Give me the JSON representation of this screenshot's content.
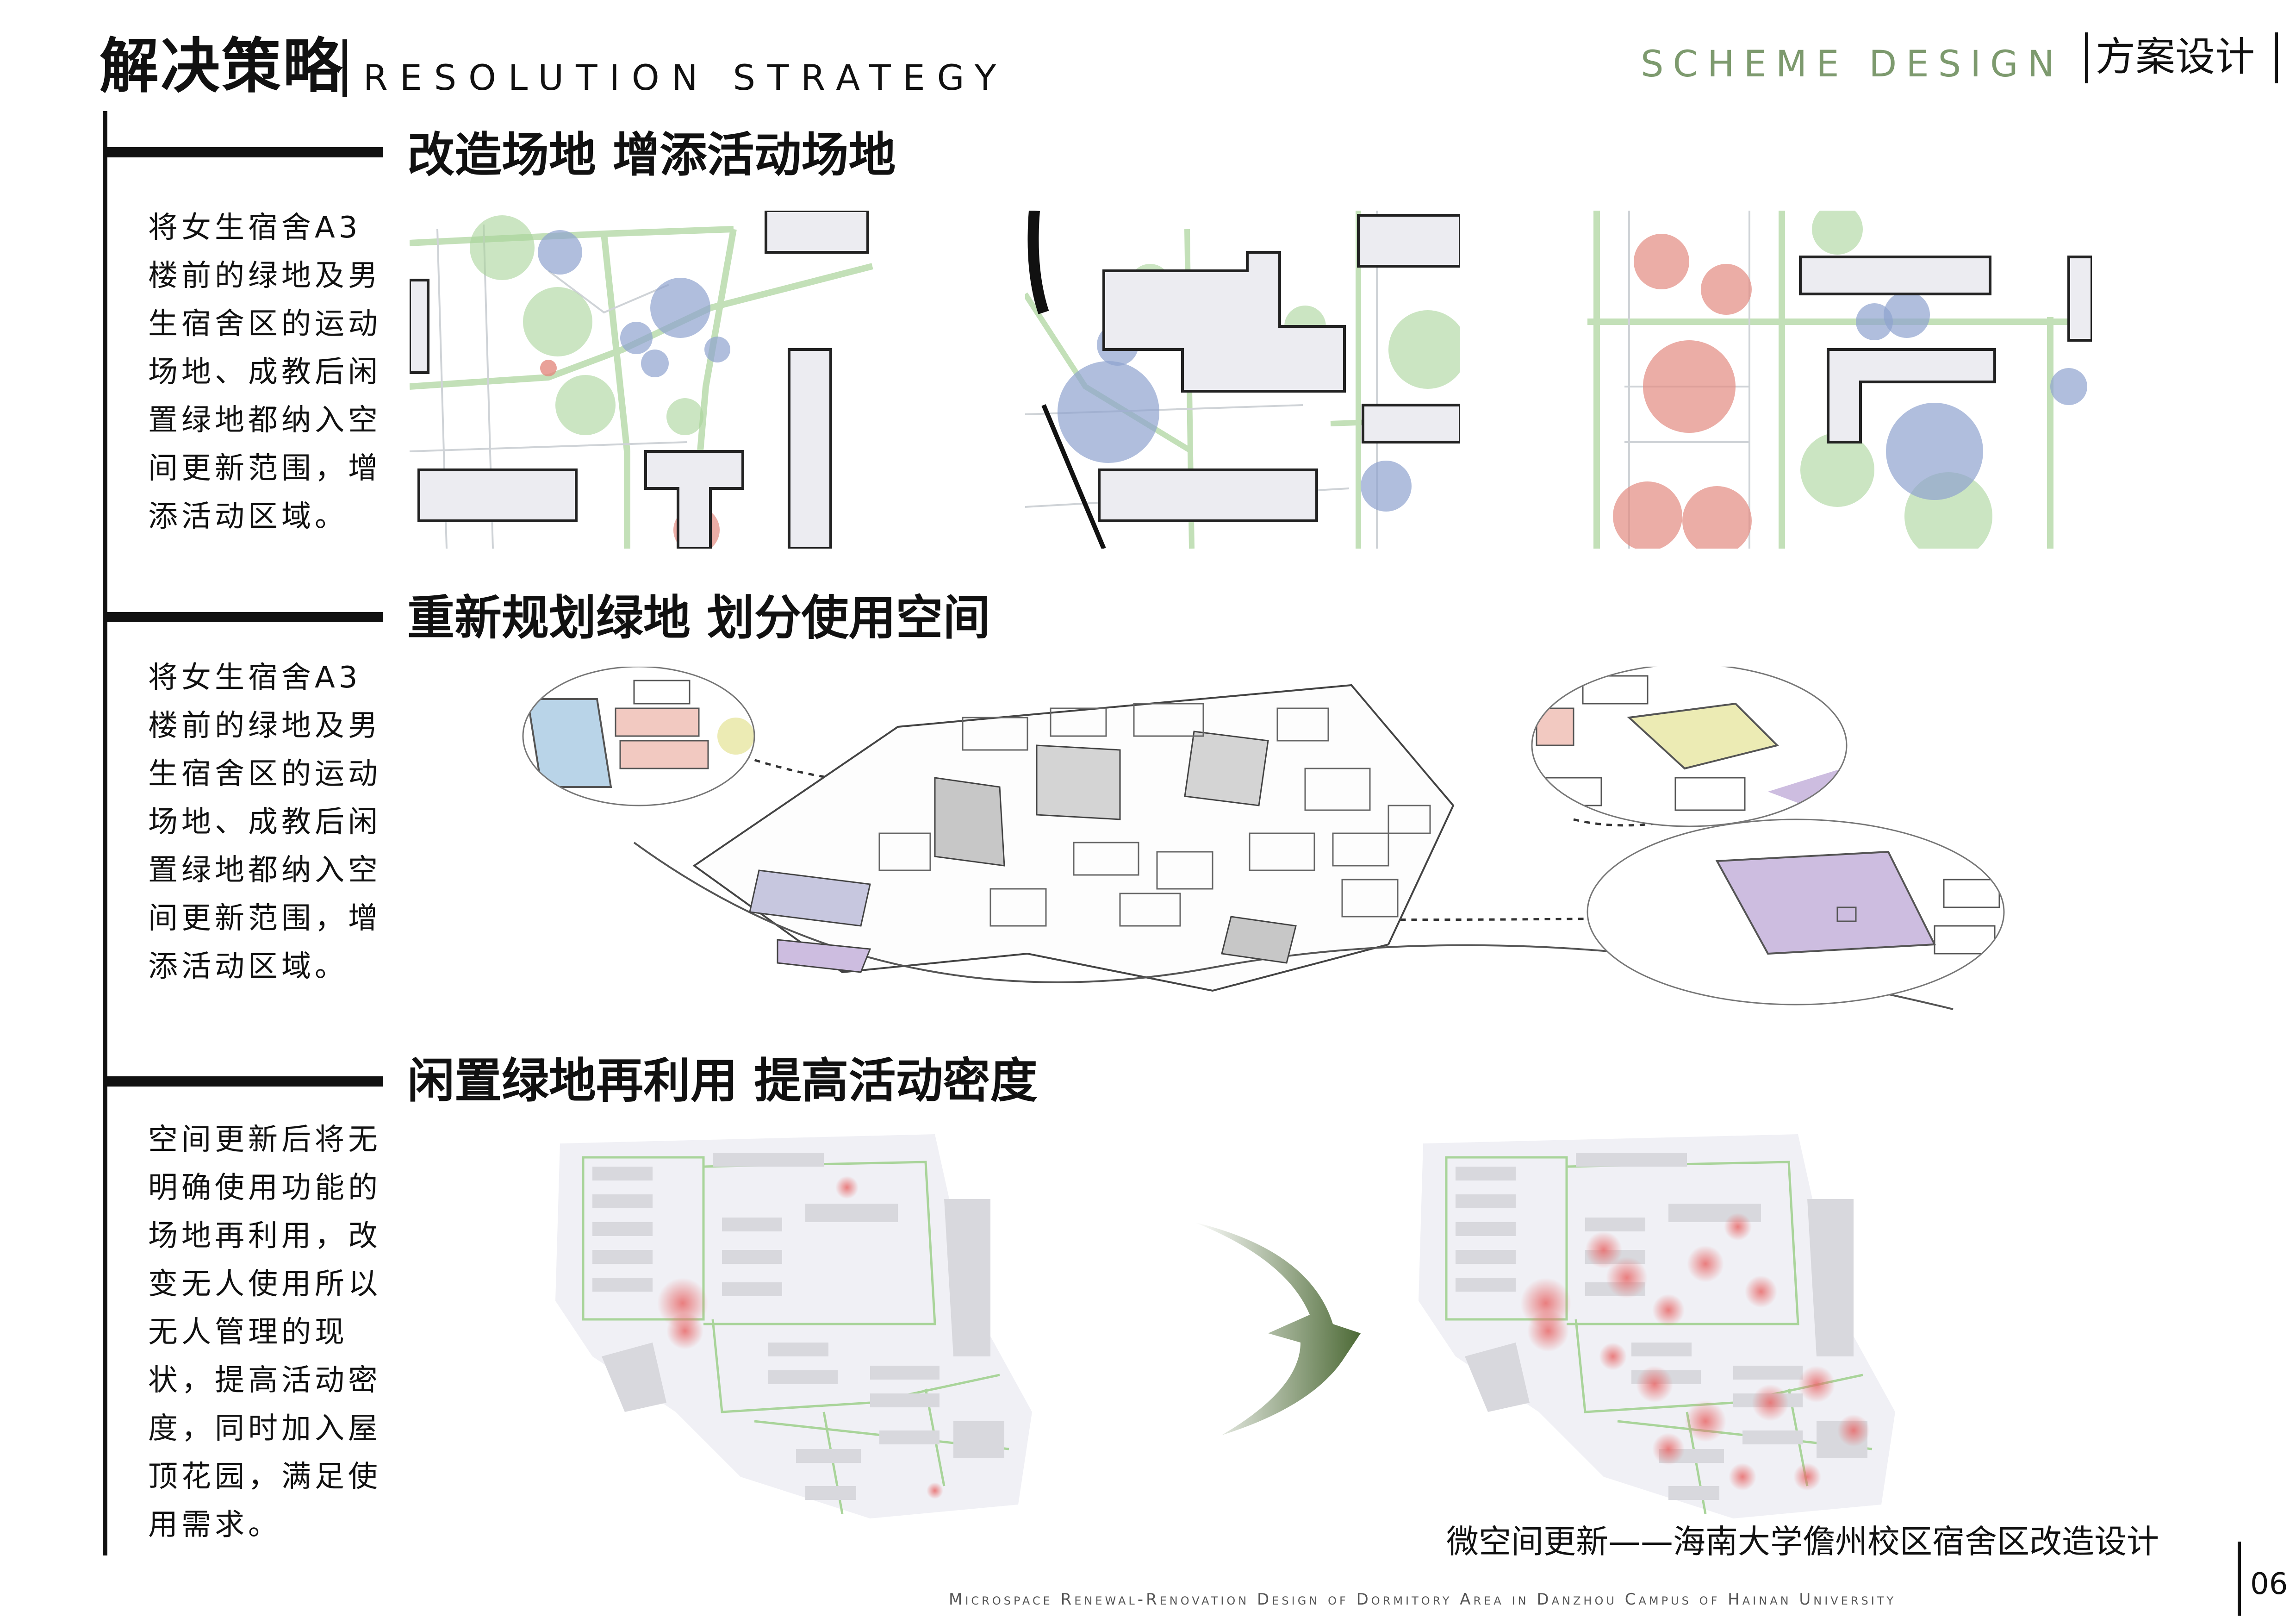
{
  "header": {
    "title_cn": "解决策略",
    "title_en": "RESOLUTION STRATEGY",
    "scheme_en": "SCHEME DESIGN",
    "scheme_cn": "方案设计"
  },
  "sections": [
    {
      "title": "改造场地  增添活动场地",
      "description": "将女生宿舍A3楼前的绿地及男生宿舍区的运动场地、成教后闲置绿地都纳入空间更新范围，增添活动区域。"
    },
    {
      "title": "重新规划绿地  划分使用空间",
      "description": "将女生宿舍A3楼前的绿地及男生宿舍区的运动场地、成教后闲置绿地都纳入空间更新范围，增添活动区域。"
    },
    {
      "title": "闲置绿地再利用  提高活动密度",
      "description": "空间更新后将无明确使用功能的场地再利用，改变无人使用所以无人管理的现状，提高活动密度，同时加入屋顶花园，满足使用需求。"
    }
  ],
  "footer": {
    "project_cn": "微空间更新——海南大学儋州校区宿舍区改造设计",
    "project_en": "Microspace Renewal-Renovation Design of Dormitory Area in Danzhou Campus of Hainan University",
    "page_number": "06"
  },
  "colors": {
    "accent_green": "#7d9a6e",
    "zone_blue": "#8fa3cf",
    "zone_green": "#a9d49a",
    "zone_red": "#e38a80",
    "zone_yellow": "#ecebb4",
    "zone_purple": "#c7b8dc"
  }
}
